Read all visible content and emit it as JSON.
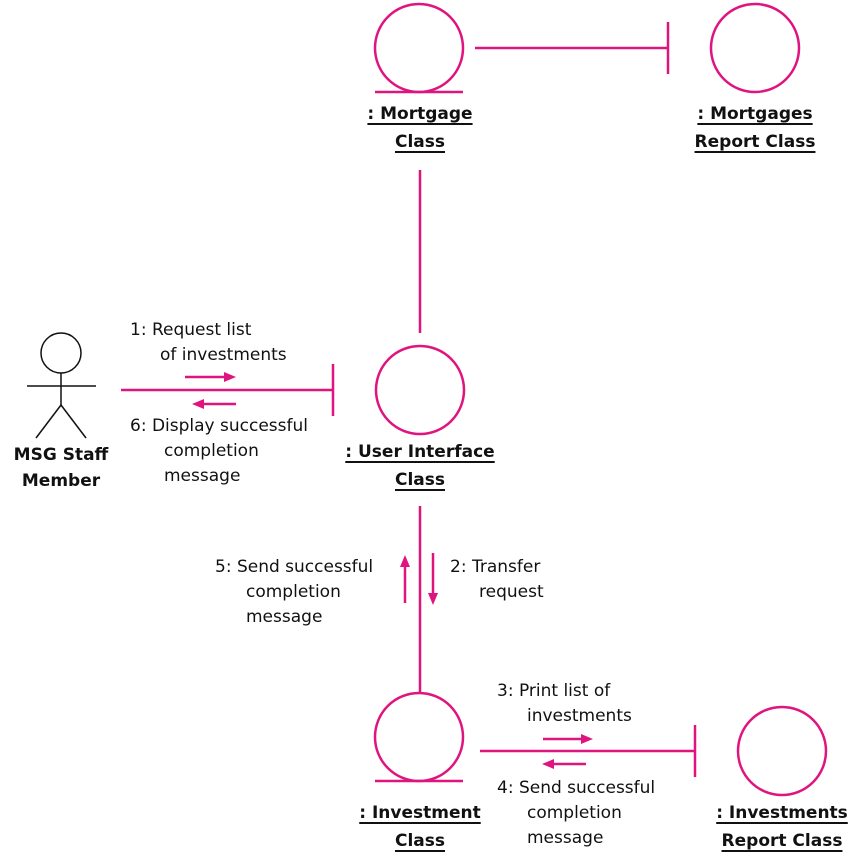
{
  "colors": {
    "line": "#e0147f",
    "text": "#111111",
    "background": "#ffffff"
  },
  "actor": {
    "name_line1": "MSG Staff",
    "name_line2": "Member"
  },
  "objects": {
    "mortgage": {
      "line1": ": Mortgage",
      "line2": "Class"
    },
    "mortgages_report": {
      "line1": ": Mortgages",
      "line2": "Report Class"
    },
    "user_interface": {
      "line1": ": User Interface",
      "line2": "Class"
    },
    "investment": {
      "line1": ": Investment",
      "line2": "Class"
    },
    "investments_report": {
      "line1": ": Investments",
      "line2": "Report Class"
    }
  },
  "messages": {
    "m1": {
      "line1": "1:  Request list",
      "line2": "of investments"
    },
    "m2": {
      "line1": "2:  Transfer",
      "line2": "request"
    },
    "m3": {
      "line1": "3:  Print list of",
      "line2": "investments"
    },
    "m4": {
      "line1": "4:  Send successful",
      "line2": "completion",
      "line3": "message"
    },
    "m5": {
      "line1": "5:  Send successful",
      "line2": "completion",
      "line3": "message"
    },
    "m6": {
      "line1": "6:  Display successful",
      "line2": "completion",
      "line3": "message"
    }
  }
}
